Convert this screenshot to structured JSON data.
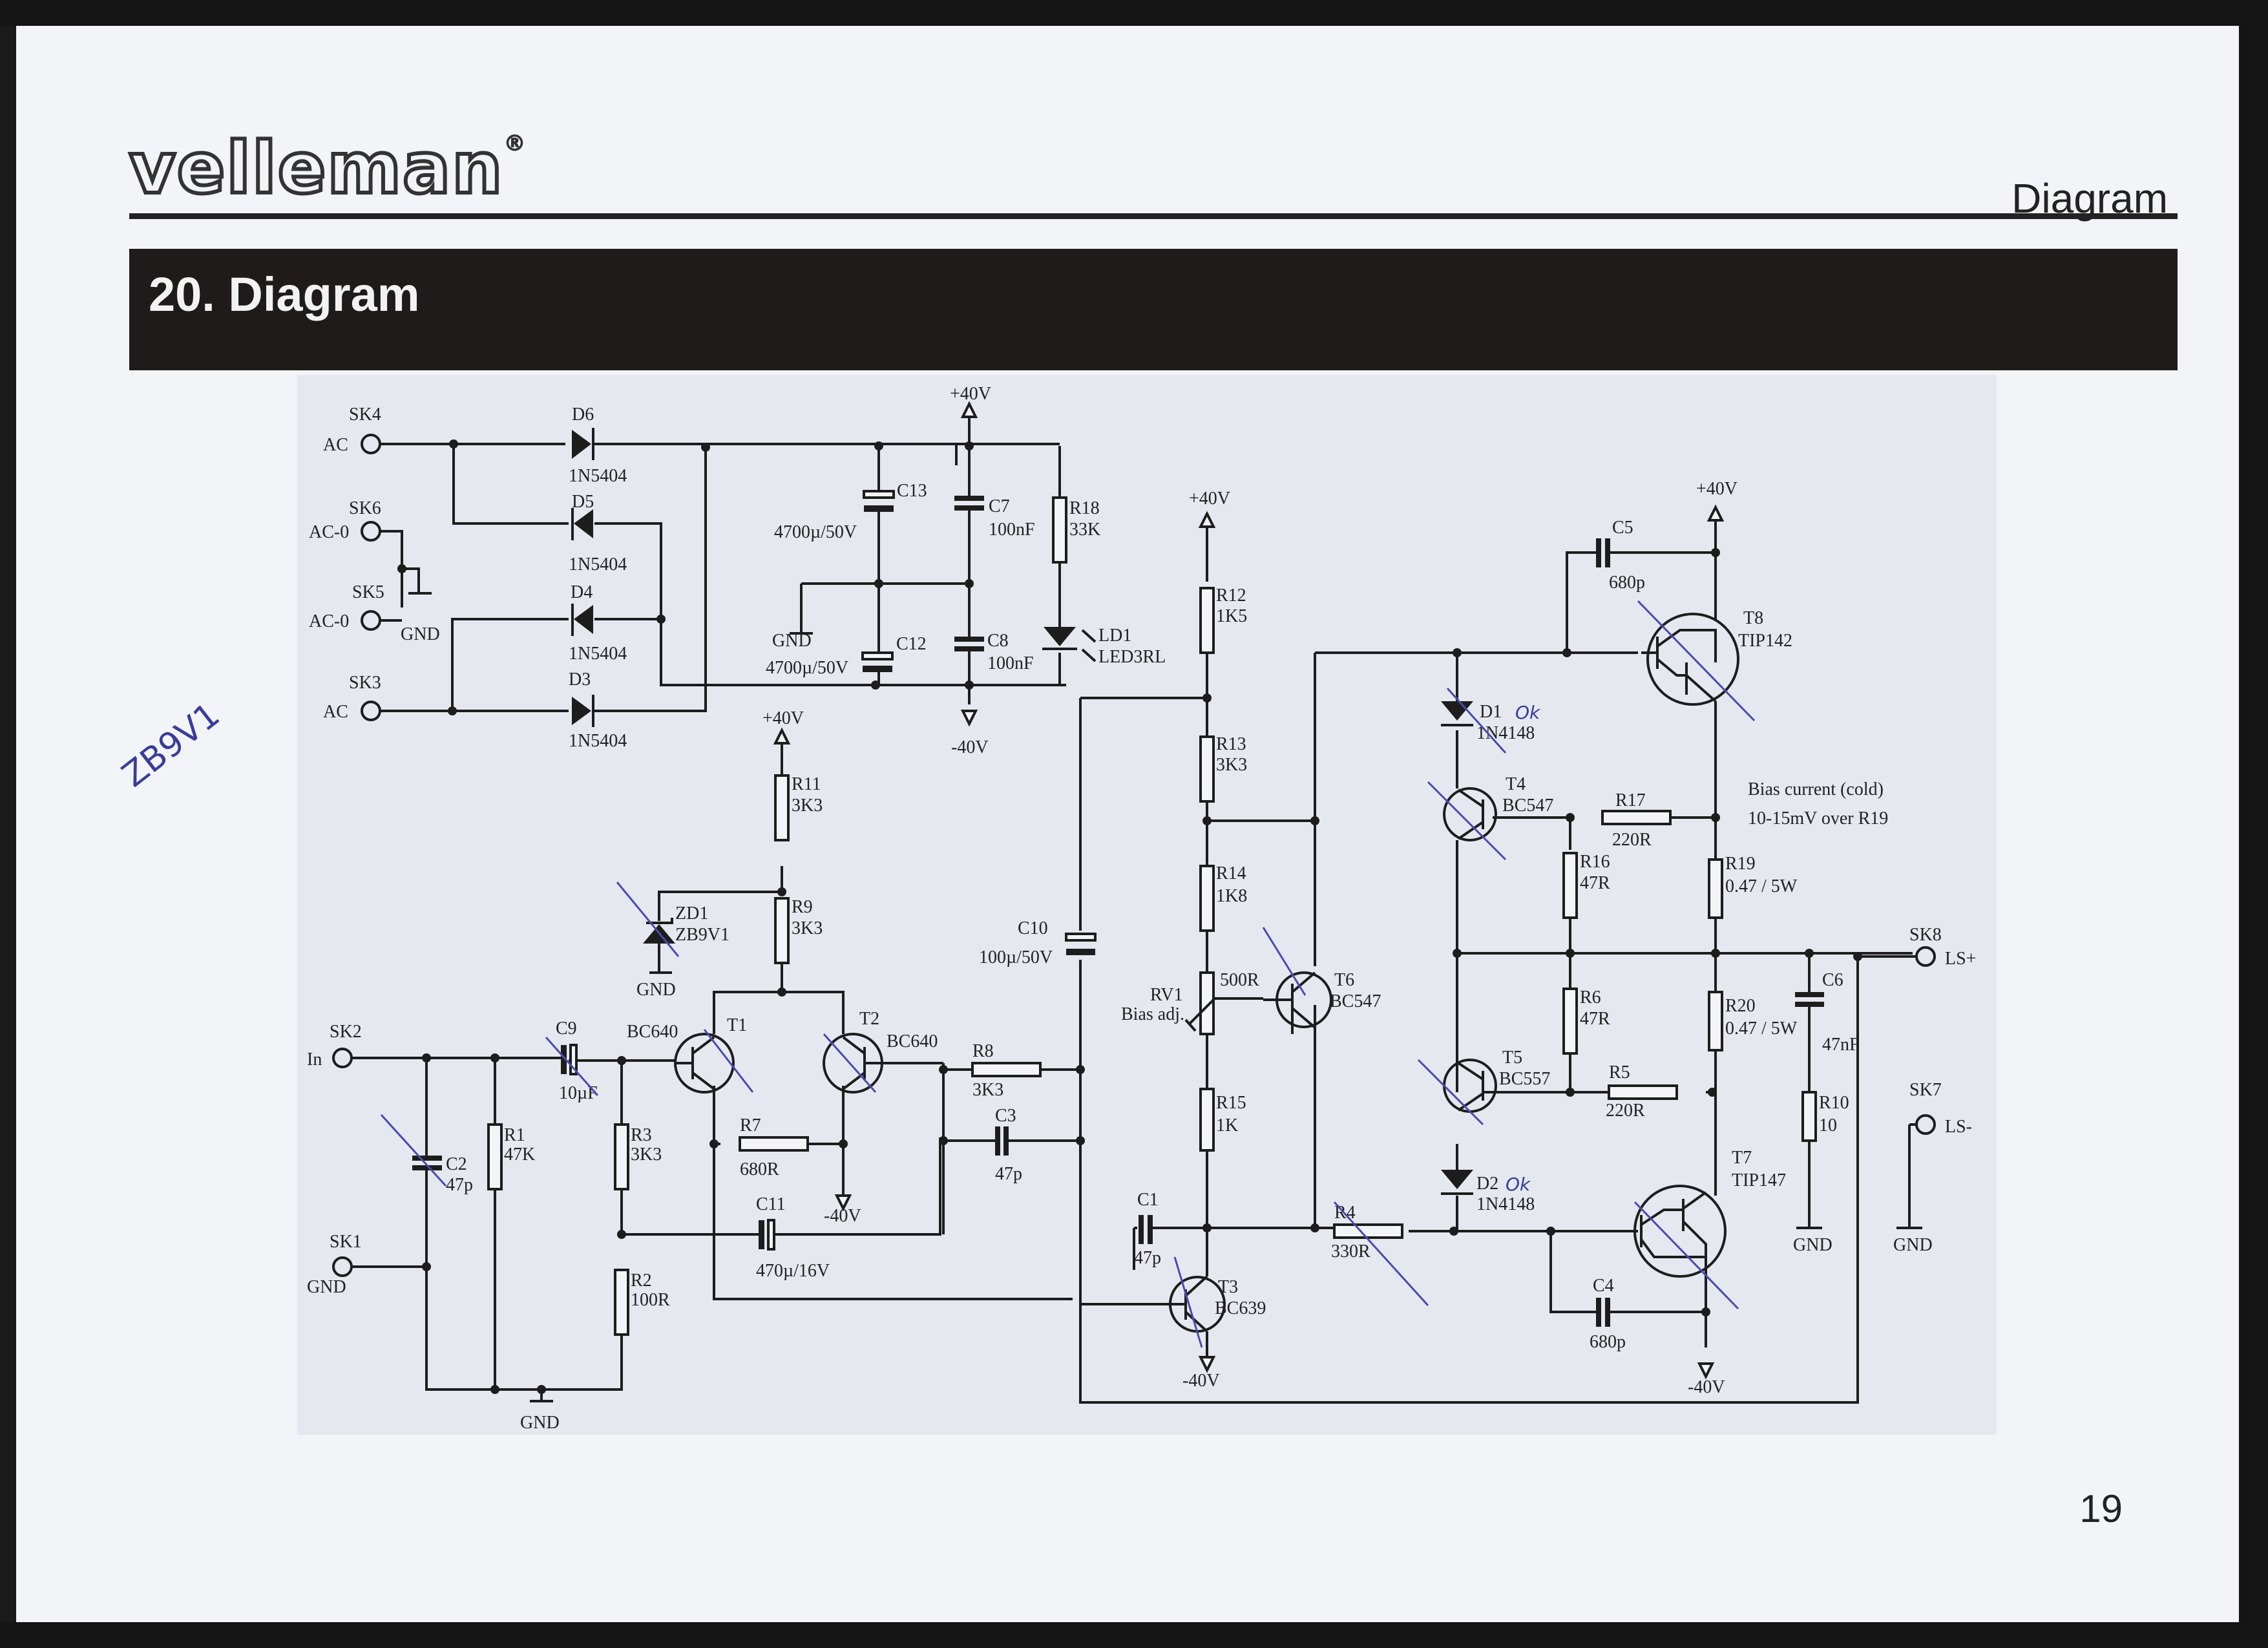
{
  "header": {
    "brand": "velleman",
    "brand_mark": "®",
    "section_label": "Diagram",
    "section_title": "20. Diagram",
    "page_number": "19"
  },
  "handwritten": {
    "margin_note": "ZB9V1",
    "d1_note": "Ok",
    "d2_note": "Ok"
  },
  "colors": {
    "band": "#1f1b1b",
    "ink": "#1d1d1d",
    "pen": "#4a4ab0",
    "paper": "#f3f4f7"
  },
  "schematic": {
    "rails": {
      "pos": "+40V",
      "neg": "-40V",
      "gnd": "GND"
    },
    "connectors": [
      {
        "ref": "SK4",
        "label": "AC"
      },
      {
        "ref": "SK6",
        "label": "AC-0"
      },
      {
        "ref": "SK5",
        "label": "AC-0"
      },
      {
        "ref": "SK3",
        "label": "AC"
      },
      {
        "ref": "SK2",
        "label": "In"
      },
      {
        "ref": "SK1",
        "label": "GND"
      },
      {
        "ref": "SK8",
        "label": "LS+"
      },
      {
        "ref": "SK7",
        "label": "LS-"
      }
    ],
    "diodes": [
      {
        "ref": "D6",
        "value": "1N5404"
      },
      {
        "ref": "D5",
        "value": "1N5404"
      },
      {
        "ref": "D4",
        "value": "1N5404"
      },
      {
        "ref": "D3",
        "value": "1N5404"
      },
      {
        "ref": "D1",
        "value": "1N4148"
      },
      {
        "ref": "D2",
        "value": "1N4148"
      },
      {
        "ref": "ZD1",
        "value": "ZB9V1"
      },
      {
        "ref": "LD1",
        "value": "LED3RL"
      }
    ],
    "capacitors": [
      {
        "ref": "C13",
        "value": "4700µ/50V"
      },
      {
        "ref": "C12",
        "value": "4700µ/50V"
      },
      {
        "ref": "C7",
        "value": "100nF"
      },
      {
        "ref": "C8",
        "value": "100nF"
      },
      {
        "ref": "C9",
        "value": "10µF"
      },
      {
        "ref": "C2",
        "value": "47p"
      },
      {
        "ref": "C11",
        "value": "470µ/16V"
      },
      {
        "ref": "C10",
        "value": "100µ/50V"
      },
      {
        "ref": "C3",
        "value": "47p"
      },
      {
        "ref": "C1",
        "value": "47p"
      },
      {
        "ref": "C5",
        "value": "680p"
      },
      {
        "ref": "C4",
        "value": "680p"
      },
      {
        "ref": "C6",
        "value": "47nF"
      }
    ],
    "resistors": [
      {
        "ref": "R18",
        "value": "33K"
      },
      {
        "ref": "R11",
        "value": "3K3"
      },
      {
        "ref": "R9",
        "value": "3K3"
      },
      {
        "ref": "R1",
        "value": "47K"
      },
      {
        "ref": "R3",
        "value": "3K3"
      },
      {
        "ref": "R2",
        "value": "100R"
      },
      {
        "ref": "R7",
        "value": "680R"
      },
      {
        "ref": "R8",
        "value": "3K3"
      },
      {
        "ref": "R12",
        "value": "1K5"
      },
      {
        "ref": "R13",
        "value": "3K3"
      },
      {
        "ref": "R14",
        "value": "1K8"
      },
      {
        "ref": "R15",
        "value": "1K"
      },
      {
        "ref": "R4",
        "value": "330R"
      },
      {
        "ref": "R17",
        "value": "220R"
      },
      {
        "ref": "R16",
        "value": "47R"
      },
      {
        "ref": "R19",
        "value": "0.47 / 5W"
      },
      {
        "ref": "R6",
        "value": "47R"
      },
      {
        "ref": "R5",
        "value": "220R"
      },
      {
        "ref": "R20",
        "value": "0.47 / 5W"
      },
      {
        "ref": "R10",
        "value": "10"
      }
    ],
    "pot": {
      "ref": "RV1",
      "label": "Bias adj.",
      "value": "500R"
    },
    "transistors": [
      {
        "ref": "T1",
        "value": "BC640"
      },
      {
        "ref": "T2",
        "value": "BC640"
      },
      {
        "ref": "T3",
        "value": "BC639"
      },
      {
        "ref": "T4",
        "value": "BC547"
      },
      {
        "ref": "T5",
        "value": "BC557"
      },
      {
        "ref": "T6",
        "value": "BC547"
      },
      {
        "ref": "T7",
        "value": "TIP147"
      },
      {
        "ref": "T8",
        "value": "TIP142"
      }
    ],
    "note": {
      "line1": "Bias current (cold)",
      "line2": "10-15mV over R19"
    }
  }
}
